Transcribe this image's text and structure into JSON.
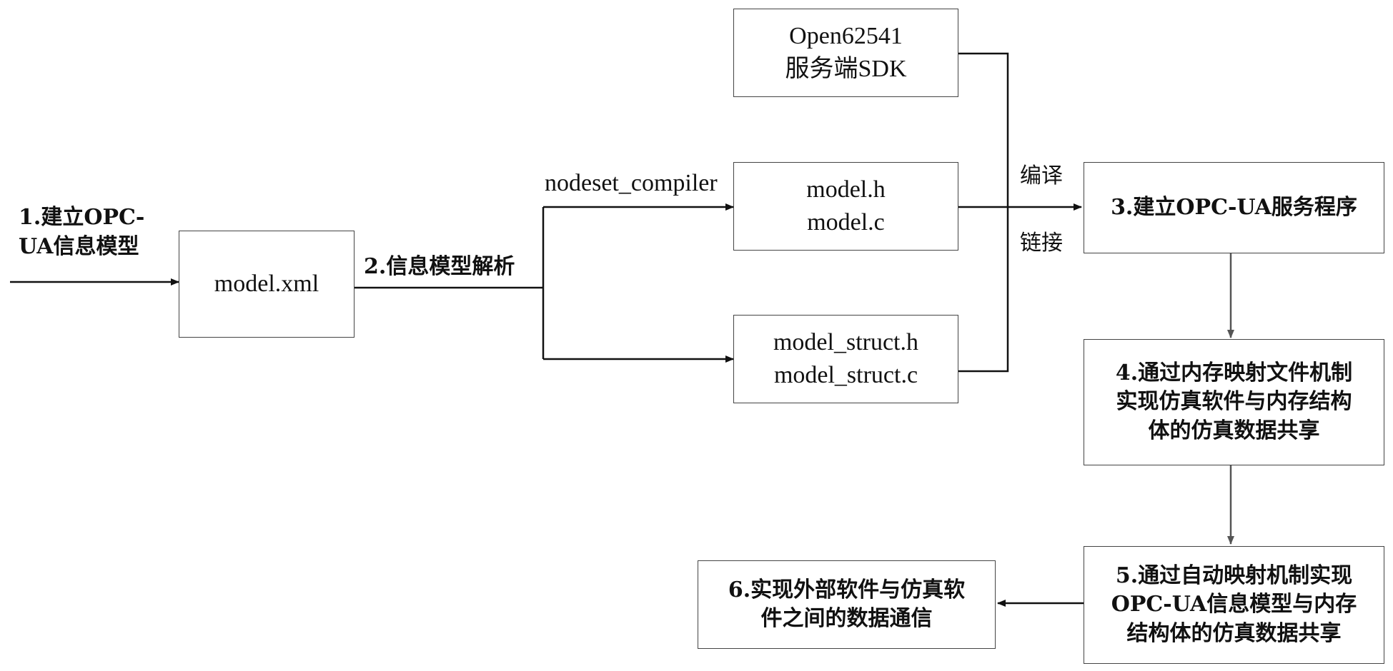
{
  "step1": "1.建立OPC-\nUA信息模型",
  "model_xml": "model.xml",
  "step2": "2.信息模型解析",
  "compiler_label": "nodeset_compiler",
  "sdk_box": "Open62541\n服务端SDK",
  "model_hc": "model.h\nmodel.c",
  "model_struct": "model_struct.h\nmodel_struct.c",
  "compile_label": "编译",
  "link_label": "链接",
  "step3": "3.建立OPC-UA服务程序",
  "step4": "4.通过内存映射文件机制\n实现仿真软件与内存结构\n体的仿真数据共享",
  "step5": "5.通过自动映射机制实现\nOPC-UA信息模型与内存\n结构体的仿真数据共享",
  "step6": "6.实现外部软件与仿真软\n件之间的数据通信"
}
